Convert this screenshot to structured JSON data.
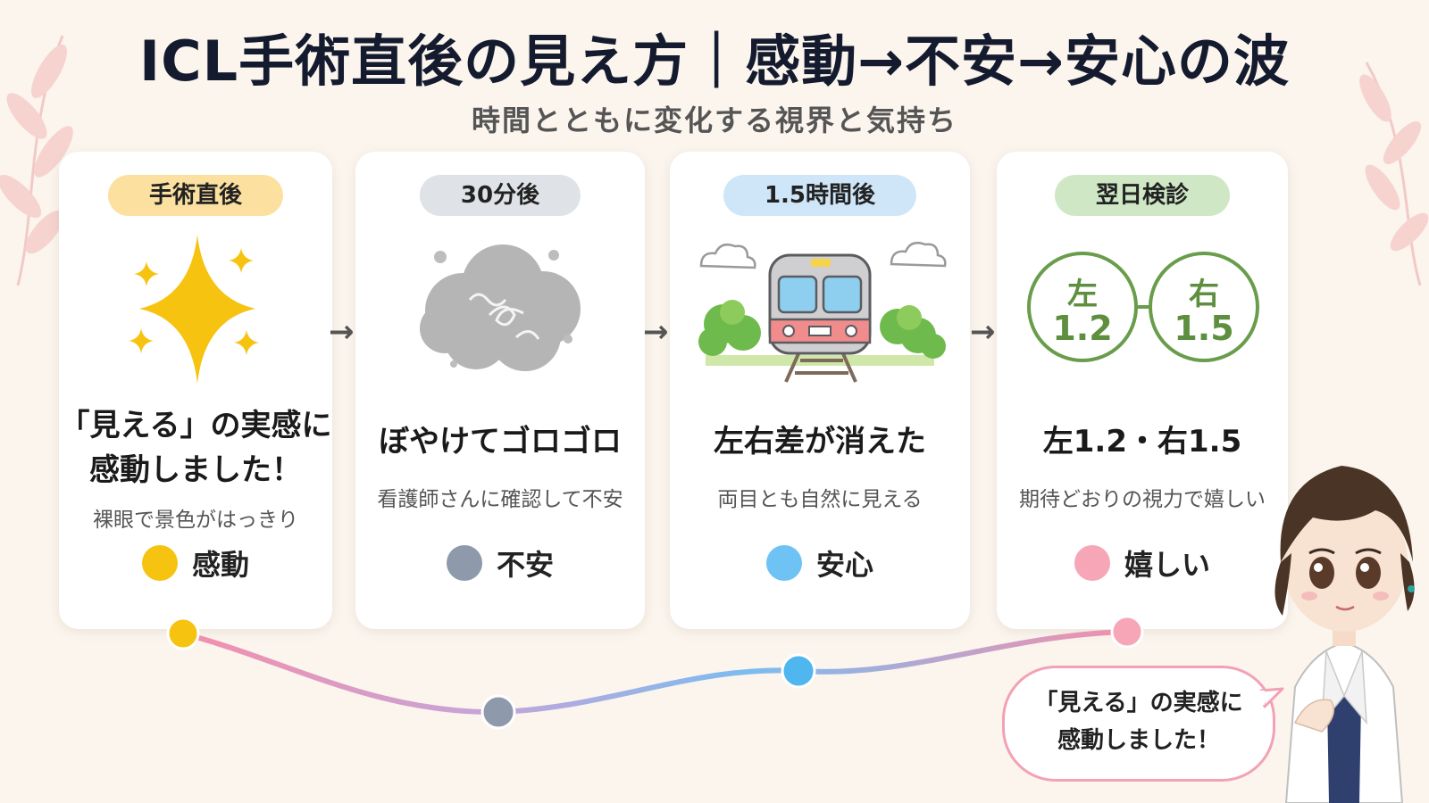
{
  "title": "ICL手術直後の見え方｜感動→不安→安心の波",
  "subtitle": "時間とともに変化する視界と気持ち",
  "cards": [
    {
      "badge": "手術直後",
      "badge_color": "#fbe0a0",
      "heading_lines": [
        "「見える」の実感に",
        "感動しました！"
      ],
      "desc": "裸眼で景色がはっきり",
      "emotion": "感動",
      "emotion_color": "#f7c311"
    },
    {
      "badge": "30分後",
      "badge_color": "#dfe2e7",
      "heading_lines": [
        "ぼやけてゴロゴロ"
      ],
      "desc": "看護師さんに確認して不安",
      "emotion": "不安",
      "emotion_color": "#8e9aab"
    },
    {
      "badge": "1.5時間後",
      "badge_color": "#cfe6f8",
      "heading_lines": [
        "左右差が消えた"
      ],
      "desc": "両目とも自然に見える",
      "emotion": "安心",
      "emotion_color": "#6fc3f4"
    },
    {
      "badge": "翌日検診",
      "badge_color": "#cfe7c4",
      "heading_lines": [
        "左1.2・右1.5"
      ],
      "desc": "期待どおりの視力で嬉しい",
      "emotion": "嬉しい",
      "emotion_color": "#f7a6b7",
      "vision": {
        "left_label": "左",
        "left_value": "1.2",
        "right_label": "右",
        "right_value": "1.5"
      }
    }
  ],
  "arrow_glyph": "→",
  "speech_bubble_lines": [
    "「見える」の実感に",
    "感動しました！"
  ],
  "icons": [
    "sparkle-icon",
    "fog-cloud-icon",
    "train-icon",
    "eye-chart-circles-icon"
  ]
}
